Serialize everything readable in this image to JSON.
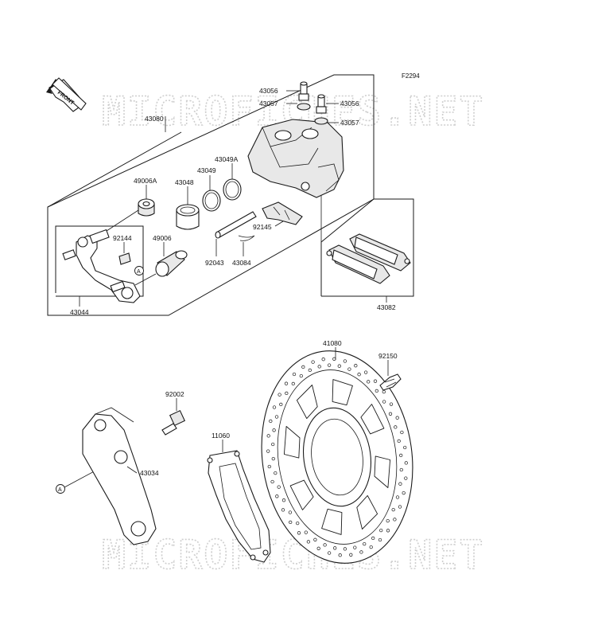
{
  "figure_code": "F2294",
  "front_arrow_label": "FRONT",
  "watermark_text": "MICROFICHES.NET",
  "ref_marker": "A",
  "parts": {
    "p43080": "43080",
    "p43056a": "43056",
    "p43056b": "43056",
    "p43057a": "43057",
    "p43057b": "43057",
    "p43049a": "43049A",
    "p43049": "43049",
    "p43048": "43048",
    "p49006a": "49006A",
    "p49006": "49006",
    "p92144": "92144",
    "p92145": "92145",
    "p92043": "92043",
    "p43084": "43084",
    "p43044": "43044",
    "p43082": "43082",
    "p41080": "41080",
    "p92150": "92150",
    "p92002": "92002",
    "p11060": "11060",
    "p43034": "43034"
  }
}
